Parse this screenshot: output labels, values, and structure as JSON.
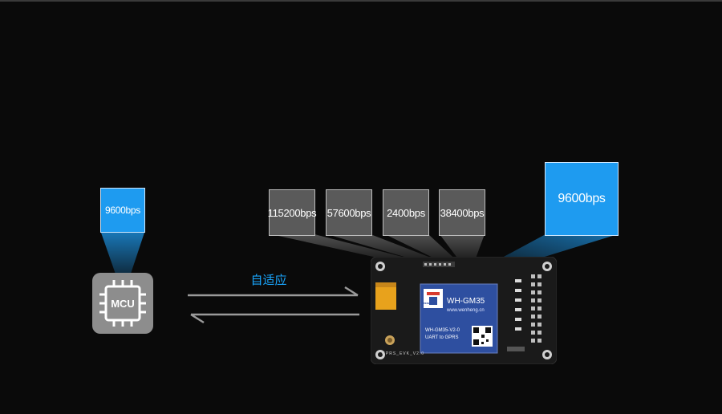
{
  "mcu": {
    "label": "MCU",
    "baud_label": "9600bps",
    "icon": "chip-icon"
  },
  "link": {
    "label": "自适应",
    "tx_arrow_icon": "arrow-right-icon",
    "rx_arrow_icon": "arrow-left-icon"
  },
  "rates": [
    {
      "label": "115200bps"
    },
    {
      "label": "57600bps"
    },
    {
      "label": "2400bps"
    },
    {
      "label": "38400bps"
    }
  ],
  "module": {
    "baud_label": "9600bps",
    "model": "WH-GM35",
    "website": "www.wenheng.cn",
    "version_line": "WH-GM35-V2-0",
    "desc_line": "UART to GPRS",
    "brand": "WENHENG",
    "board_name": "GPRS_EVK_V2.0"
  },
  "colors": {
    "background": "#0a0a0a",
    "accent_blue": "#1e9bf0",
    "label_blue": "#19a7ff",
    "grey_box": "#5a5a5a",
    "chip_grey": "#8d8d8d"
  }
}
